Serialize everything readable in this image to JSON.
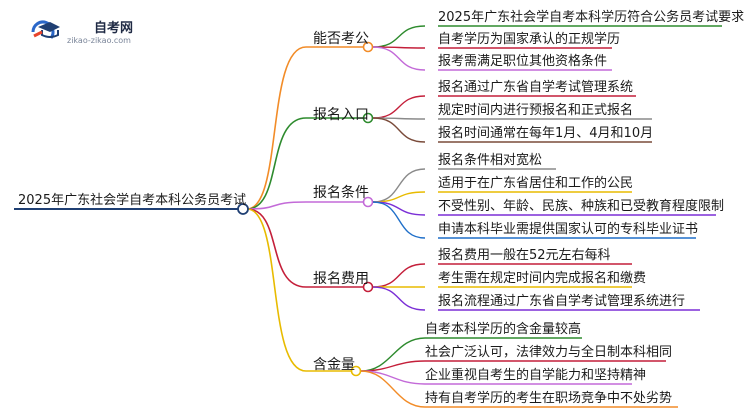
{
  "logo": {
    "title": "自考网",
    "url": "zikao-zikao.com"
  },
  "root": "2025年广东社会学自考本科公务员考试",
  "branches": [
    {
      "label": "能否考公",
      "items": [
        "2025年广东社会学自考本科学历符合公务员考试要求",
        "自考学历为国家承认的正规学历",
        "报考需满足职位其他资格条件"
      ]
    },
    {
      "label": "报名入口",
      "items": [
        "报名通过广东省自学考试管理系统",
        "规定时间内进行预报名和正式报名",
        "报名时间通常在每年1月、4月和10月"
      ]
    },
    {
      "label": "报名条件",
      "items": [
        "报名条件相对宽松",
        "适用于在广东省居住和工作的公民",
        "不受性别、年龄、民族、种族和已受教育程度限制",
        "申请本科毕业需提供国家认可的专科毕业证书"
      ]
    },
    {
      "label": "报名费用",
      "items": [
        "报名费用一般在52元左右每科",
        "考生需在规定时间内完成报名和缴费",
        "报名流程通过广东省自学考试管理系统进行"
      ]
    },
    {
      "label": "含金量",
      "items": [
        "自考本科学历的含金量较高",
        "社会广泛认可，法律效力与全日制本科相同",
        "企业重视自考生的自学能力和坚持精神",
        "持有自考学历的考生在职场竞争中不处劣势"
      ]
    }
  ],
  "colors": {
    "root_line": "#1f3f73",
    "branches": [
      "#f28c28",
      "#2e8b2e",
      "#c41f3a",
      "#c36ad8",
      "#8a8a8a",
      "#e8bb00",
      "#7b2fd6",
      "#1f6fc9",
      "#7a4b3a",
      "#f28c28"
    ]
  }
}
